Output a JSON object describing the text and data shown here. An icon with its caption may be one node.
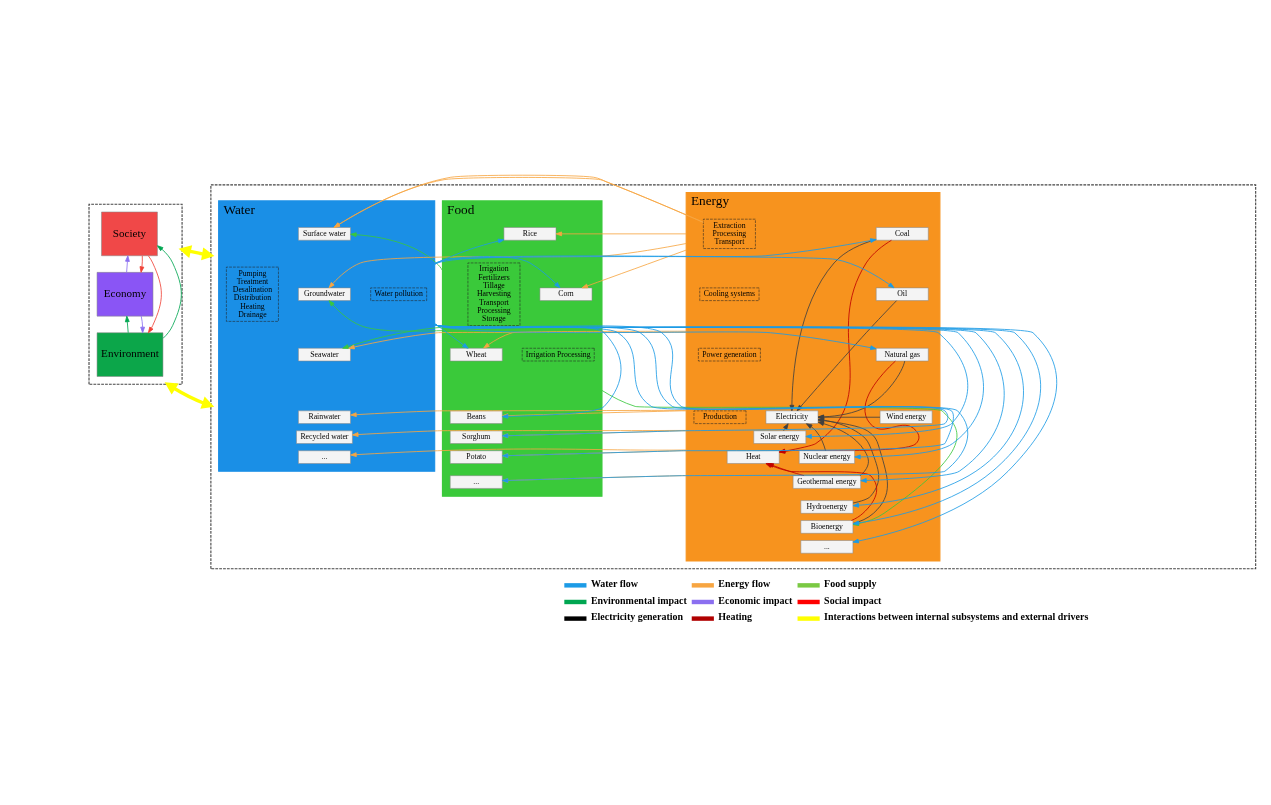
{
  "diagram": {
    "nodes": [
      {
        "text": [],
        "shape": "box"
      },
      {
        "text": [
          "Society"
        ],
        "in": 0
      },
      {
        "text": [
          "Economy"
        ],
        "in": 0
      },
      {
        "text": [
          "Environment"
        ],
        "in": 0
      },
      {
        "text": [],
        "shape": "box"
      },
      {
        "text": [
          "Food"
        ],
        "in": 4
      },
      {
        "text": [
          "Irrigation Fertilizers Tillage Harvesting Transport Processing Storage"
        ],
        "in": 5
      },
      {
        "text": [
          "Rice"
        ],
        "in": 5
      },
      {
        "text": [
          "Corn"
        ],
        "in": 5
      },
      {
        "text": [
          "Wheat"
        ],
        "in": 5
      },
      {
        "text": [
          "Beans"
        ],
        "in": 5
      },
      {
        "text": [
          "Sorghum"
        ],
        "in": 5
      },
      {
        "text": [
          "Potato"
        ],
        "in": 5
      },
      {
        "text": [
          "..."
        ],
        "in": 5
      },
      {
        "text": [
          "Irrigation Processing"
        ],
        "in": 5
      },
      {
        "text": [
          "Energy"
        ],
        "in": 4
      },
      {
        "text": [
          "Electricity"
        ],
        "in": 15
      },
      {
        "text": [
          "Heat"
        ],
        "in": 15
      },
      {
        "text": [
          "Coal"
        ],
        "in": 15
      },
      {
        "text": [
          "Oil"
        ],
        "in": 15
      },
      {
        "text": [
          "Natural gas"
        ],
        "in": 15
      },
      {
        "text": [
          "Wind energy"
        ],
        "in": 15
      },
      {
        "text": [
          "Solar energy"
        ],
        "in": 15
      },
      {
        "text": [
          "Nuclear energy"
        ],
        "in": 15
      },
      {
        "text": [
          "Geothermal energy"
        ],
        "in": 15
      },
      {
        "text": [
          "Hydroenergy"
        ],
        "in": 15
      },
      {
        "text": [
          "Bioenergy"
        ],
        "in": 15
      },
      {
        "text": [
          "..."
        ],
        "in": 15
      },
      {
        "text": [
          "Extraction Processing Transport"
        ],
        "in": 15
      },
      {
        "text": [
          "Cooling systems"
        ],
        "in": 15
      },
      {
        "text": [
          "Power generation"
        ],
        "in": 15
      },
      {
        "text": [
          "Production"
        ],
        "in": 15
      },
      {
        "text": [
          "Water"
        ],
        "in": 4
      },
      {
        "text": [
          "Pumping Treatment Desalination Distribution Heating Drainage"
        ],
        "in": 32
      },
      {
        "text": [
          "Surface water"
        ],
        "in": 32
      },
      {
        "text": [
          "Groundwater"
        ],
        "in": 32
      },
      {
        "text": [
          "Seawater"
        ],
        "in": 32
      },
      {
        "text": [
          "Rainwater"
        ],
        "in": 32
      },
      {
        "text": [
          "Recycled water"
        ],
        "in": 32
      },
      {
        "text": [
          "..."
        ],
        "in": 32
      },
      {
        "text": [
          "Water pollution"
        ],
        "in": 32
      }
    ],
    "edges": [
      {
        "from": 3,
        "to": 1,
        "arrow": "to",
        "color": "#00a651"
      },
      {
        "from": 1,
        "to": 3,
        "arrow": "to",
        "color": "#ef4136"
      },
      {
        "from": 2,
        "to": 1,
        "arrow": "to",
        "color": "#8b6ff0"
      },
      {
        "from": 1,
        "to": 2,
        "arrow": "to",
        "color": "#ef4136"
      },
      {
        "from": 3,
        "to": 2,
        "arrow": "to",
        "color": "#00a651"
      },
      {
        "from": 2,
        "to": 3,
        "arrow": "to",
        "color": "#8b6ff0"
      },
      {
        "from": 0,
        "to": 4,
        "arrow": "both",
        "style": "thick",
        "color": "#ffff00"
      },
      {
        "from": 0,
        "to": 4,
        "arrow": "both",
        "style": "thick",
        "color": "#ffff00"
      },
      {
        "from": 15,
        "to": 7,
        "arrow": "to",
        "color": "#f7a541"
      },
      {
        "from": 15,
        "to": 8,
        "arrow": "to",
        "color": "#f7a541"
      },
      {
        "from": 15,
        "to": 9,
        "arrow": "to",
        "color": "#f7a541"
      },
      {
        "from": 15,
        "to": 10,
        "arrow": "to",
        "color": "#f7a541"
      },
      {
        "from": 15,
        "to": 11,
        "arrow": "to",
        "color": "#f7a541"
      },
      {
        "from": 15,
        "to": 12,
        "arrow": "to",
        "color": "#f7a541"
      },
      {
        "from": 15,
        "to": 13,
        "arrow": "to",
        "color": "#f7a541"
      },
      {
        "from": 32,
        "to": 7,
        "arrow": "to",
        "color": "#1c9be6"
      },
      {
        "from": 32,
        "to": 8,
        "arrow": "to",
        "color": "#1c9be6"
      },
      {
        "from": 32,
        "to": 9,
        "arrow": "to",
        "color": "#1c9be6"
      },
      {
        "from": 32,
        "to": 10,
        "arrow": "to",
        "color": "#1c9be6"
      },
      {
        "from": 32,
        "to": 11,
        "arrow": "to",
        "color": "#1c9be6"
      },
      {
        "from": 32,
        "to": 12,
        "arrow": "to",
        "color": "#1c9be6"
      },
      {
        "from": 32,
        "to": 13,
        "arrow": "to",
        "color": "#1c9be6"
      },
      {
        "from": 32,
        "to": 18,
        "arrow": "to",
        "color": "#1c9be6"
      },
      {
        "from": 32,
        "to": 19,
        "arrow": "to",
        "color": "#1c9be6"
      },
      {
        "from": 32,
        "to": 20,
        "arrow": "to",
        "color": "#1c9be6"
      },
      {
        "from": 32,
        "to": 22,
        "arrow": "to",
        "color": "#1c9be6"
      },
      {
        "from": 32,
        "to": 23,
        "arrow": "to",
        "color": "#1c9be6"
      },
      {
        "from": 32,
        "to": 24,
        "arrow": "to",
        "color": "#1c9be6"
      },
      {
        "from": 32,
        "to": 25,
        "arrow": "to",
        "color": "#1c9be6"
      },
      {
        "from": 32,
        "to": 26,
        "arrow": "to",
        "color": "#1c9be6"
      },
      {
        "from": 32,
        "to": 27,
        "arrow": "to",
        "color": "#1c9be6"
      },
      {
        "from": 5,
        "to": 26,
        "arrow": "to",
        "color": "#39c73c"
      },
      {
        "from": 5,
        "to": 34,
        "arrow": "to",
        "color": "#39c73c"
      },
      {
        "from": 5,
        "to": 35,
        "arrow": "to",
        "color": "#39c73c"
      },
      {
        "from": 5,
        "to": 36,
        "arrow": "to",
        "color": "#39c73c"
      },
      {
        "from": 15,
        "to": 34,
        "arrow": "to",
        "color": "#f7a541"
      },
      {
        "from": 15,
        "to": 35,
        "arrow": "to",
        "color": "#f7a541"
      },
      {
        "from": 15,
        "to": 36,
        "arrow": "to",
        "color": "#f7a541"
      },
      {
        "from": 15,
        "to": 37,
        "arrow": "to",
        "color": "#f7a541"
      },
      {
        "from": 15,
        "to": 38,
        "arrow": "to",
        "color": "#f7a541"
      },
      {
        "from": 15,
        "to": 39,
        "arrow": "to",
        "color": "#f7a541"
      },
      {
        "from": 18,
        "to": 16,
        "arrow": "to",
        "color": "#404040"
      },
      {
        "from": 19,
        "to": 16,
        "arrow": "to",
        "color": "#404040"
      },
      {
        "from": 20,
        "to": 16,
        "arrow": "to",
        "color": "#404040"
      },
      {
        "from": 21,
        "to": 16,
        "arrow": "to",
        "color": "#404040"
      },
      {
        "from": 22,
        "to": 16,
        "arrow": "to",
        "color": "#404040"
      },
      {
        "from": 23,
        "to": 16,
        "arrow": "to",
        "color": "#404040"
      },
      {
        "from": 24,
        "to": 16,
        "arrow": "to",
        "color": "#404040"
      },
      {
        "from": 25,
        "to": 16,
        "arrow": "to",
        "color": "#404040"
      },
      {
        "from": 26,
        "to": 16,
        "arrow": "to",
        "color": "#404040"
      },
      {
        "from": 18,
        "to": 17,
        "arrow": "to",
        "color": "#c00000"
      },
      {
        "from": 20,
        "to": 17,
        "arrow": "to",
        "color": "#c00000"
      },
      {
        "from": 24,
        "to": 17,
        "arrow": "to",
        "color": "#c00000"
      },
      {
        "from": 26,
        "to": 17,
        "arrow": "to",
        "color": "#c00000"
      }
    ],
    "legend": [
      {
        "text": "Water flow",
        "color": "#1c9be6"
      },
      {
        "text": "Energy flow",
        "color": "#f7a541"
      },
      {
        "text": "Food supply",
        "color": "#7ac943"
      },
      {
        "text": "Environmental impact",
        "color": "#00a651"
      },
      {
        "text": "Economic impact",
        "color": "#8b6ff0"
      },
      {
        "text": "Social impact",
        "color": "#ff0000"
      },
      {
        "text": "Electricity generation",
        "color": "#000000"
      },
      {
        "text": "Heating",
        "color": "#b00000"
      },
      {
        "text": "Interactions between internal subsystems and external drivers",
        "color": "#ffff00"
      }
    ]
  }
}
